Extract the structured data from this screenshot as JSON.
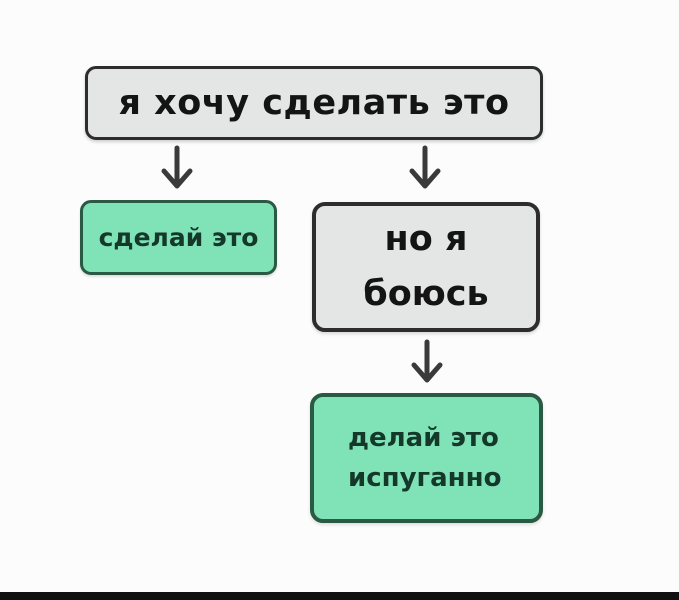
{
  "diagram": {
    "type": "flowchart",
    "nodes": {
      "root": {
        "label": "я хочу сделать это",
        "variant": "gray"
      },
      "do_it": {
        "label": "сделай это",
        "variant": "green"
      },
      "but_afraid": {
        "line1": "но я",
        "line2": "боюсь",
        "variant": "gray"
      },
      "do_it_scared": {
        "line1": "делай это",
        "line2": "испуганно",
        "variant": "green"
      }
    },
    "edges": [
      {
        "from": "root",
        "to": "do_it",
        "icon": "arrow-down-icon"
      },
      {
        "from": "root",
        "to": "but_afraid",
        "icon": "arrow-down-icon"
      },
      {
        "from": "but_afraid",
        "to": "do_it_scared",
        "icon": "arrow-down-icon"
      }
    ],
    "colors": {
      "background": "#fcfcfc",
      "gray_fill": "#e4e6e6",
      "gray_border": "#2d2d2d",
      "green_fill": "#80e2b7",
      "green_border": "#2a5a43",
      "green_text": "#14382a",
      "text_dark": "#141414",
      "arrow": "#3a3a3a",
      "footer_bar": "#101010"
    }
  }
}
